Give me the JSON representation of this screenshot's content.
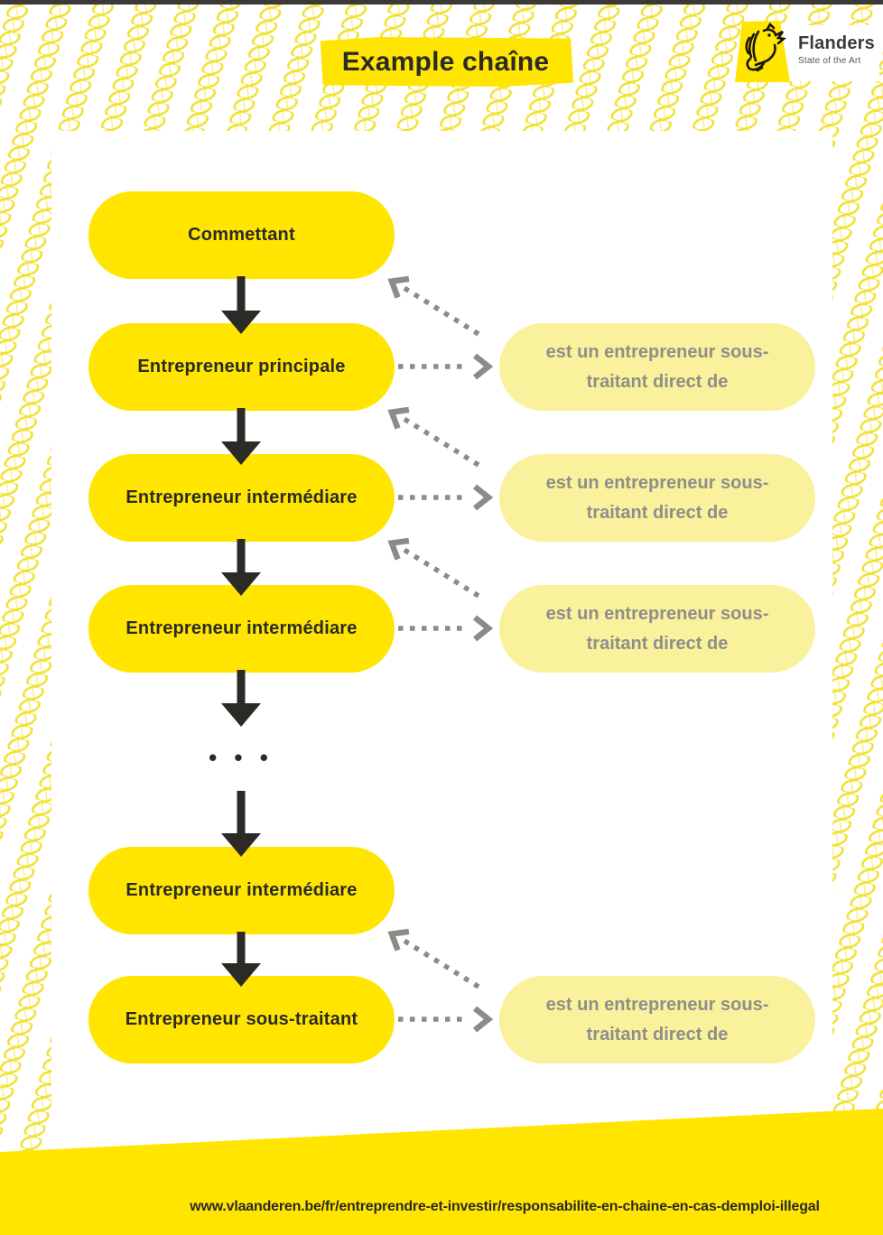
{
  "header": {
    "title": "Example chaîne",
    "logo": {
      "brand": "Flanders",
      "tagline": "State of the Art"
    }
  },
  "diagram": {
    "nodes": [
      {
        "label": "Commettant"
      },
      {
        "label": "Entrepreneur principale"
      },
      {
        "label": "Entrepreneur intermédiare"
      },
      {
        "label": "Entrepreneur intermédiare"
      },
      {
        "label": "Entrepreneur intermédiare"
      },
      {
        "label": "Entrepreneur sous-traitant"
      }
    ],
    "ellipsis": "• • •",
    "relation_note": {
      "line1": "est un entrepreneur sous-",
      "line2": "traitant direct de"
    }
  },
  "footer": {
    "url": "www.vlaanderen.be/fr/entreprendre-et-investir/responsabilite-en-chaine-en-cas-demploi-illegal"
  },
  "colors": {
    "brand_yellow": "#ffe500",
    "light_yellow": "#faf19d",
    "ink": "#2b2a26",
    "note_gray": "#8f8e8a",
    "arrow_gray": "#8c8b86",
    "pattern_yellow": "#f1df2a"
  }
}
